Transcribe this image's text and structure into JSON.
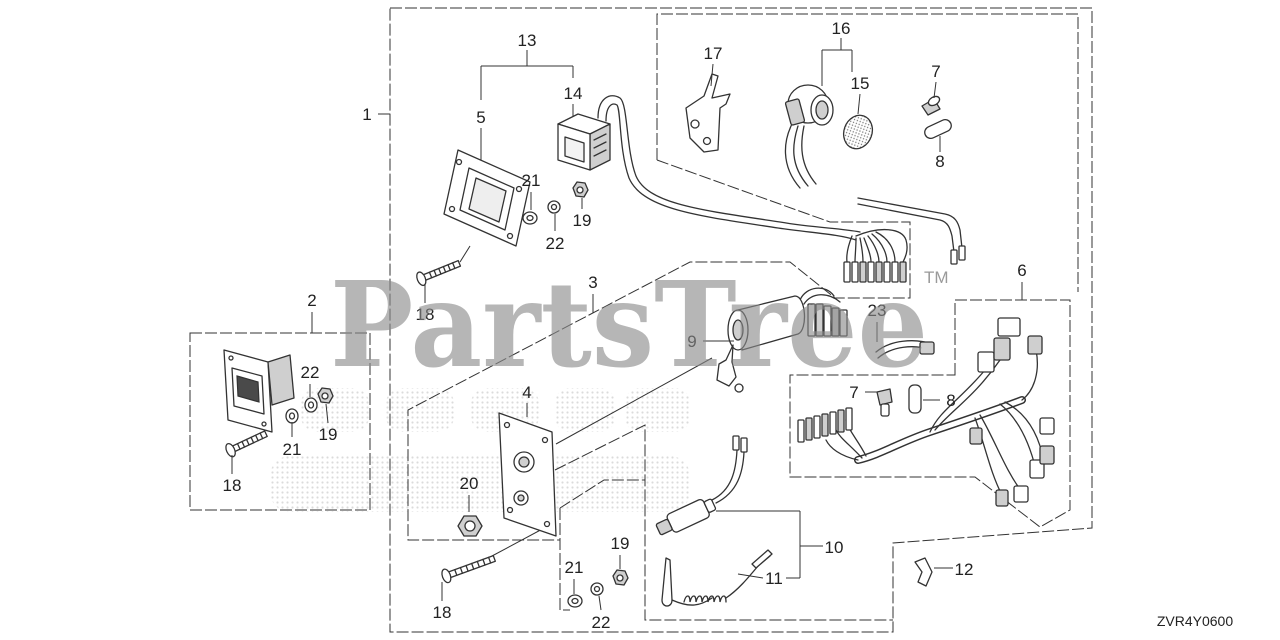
{
  "diagram": {
    "code": "ZVR4Y0600",
    "watermark": {
      "brand": "PartsTree",
      "trademark": "TM"
    },
    "callouts": [
      "1",
      "2",
      "3",
      "4",
      "5",
      "6",
      "7",
      "8",
      "9",
      "10",
      "11",
      "12",
      "13",
      "14",
      "15",
      "16",
      "17",
      "18",
      "18",
      "18",
      "19",
      "19",
      "19",
      "20",
      "21",
      "21",
      "21",
      "22",
      "22",
      "22",
      "23",
      "7",
      "8"
    ],
    "colors": {
      "line": "#333333",
      "watermark": "#8a8a8a",
      "background": "#ffffff"
    }
  }
}
